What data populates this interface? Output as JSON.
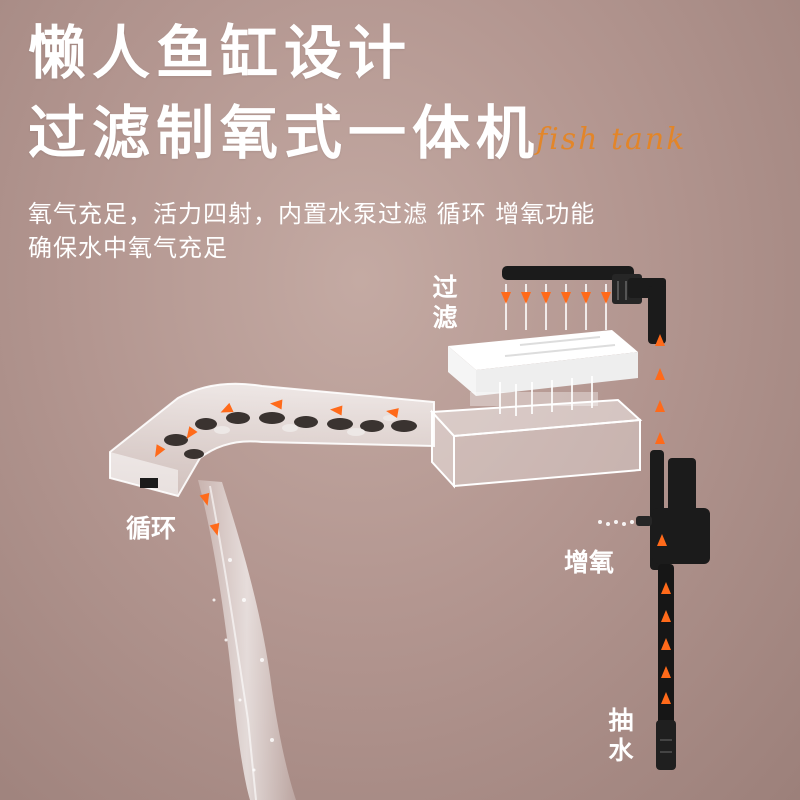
{
  "title": {
    "line1": "懒人鱼缸设计",
    "line2": "过滤制氧式一体机"
  },
  "watermark": "fish tank",
  "subtitle": {
    "line1": "氧气充足，活力四射，内置水泵过滤 循环 增氧功能",
    "line2": "确保水中氧气充足"
  },
  "callouts": {
    "filter": "过\n滤",
    "circulation": "循环",
    "oxygen": "增氧",
    "pump": "抽\n水"
  },
  "colors": {
    "background": "#b39690",
    "accent_arrow": "#ff6a1a",
    "pipe": "#1b1b1b",
    "text": "#ffffff"
  },
  "icons": [
    "flow-arrow-icon"
  ]
}
